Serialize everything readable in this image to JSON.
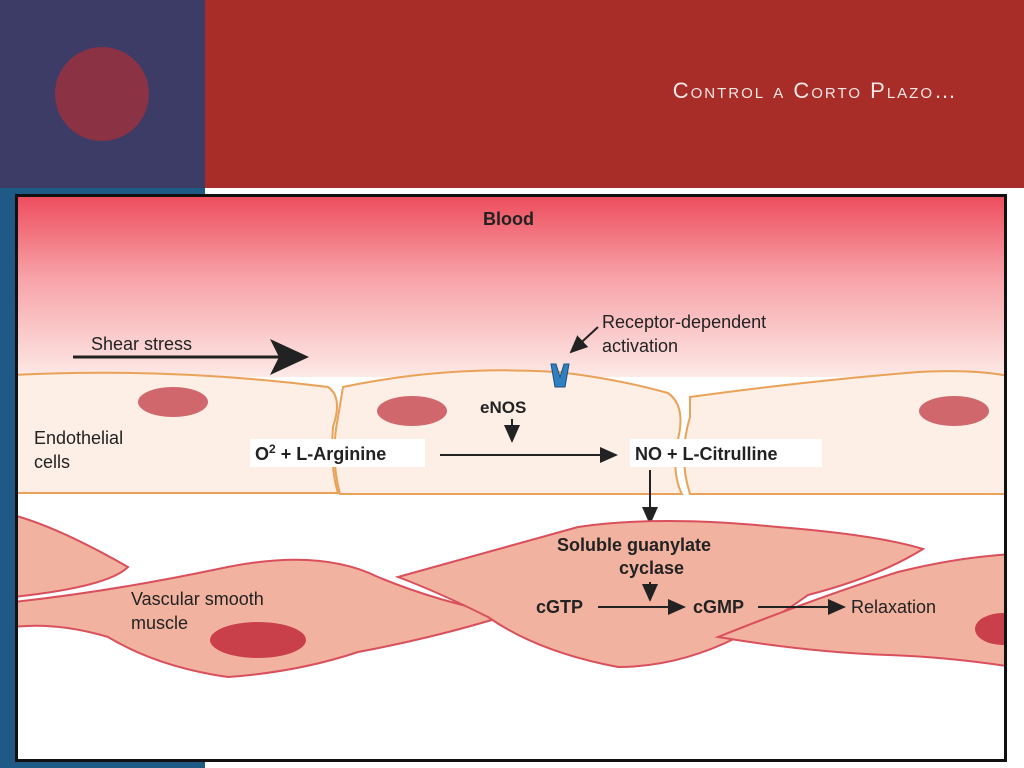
{
  "slide": {
    "title": "Control a Corto Plazo…"
  },
  "diagram": {
    "labels": {
      "blood": "Blood",
      "shear_stress": "Shear stress",
      "receptor_line1": "Receptor-dependent",
      "receptor_line2": "activation",
      "enos": "eNOS",
      "endothelial_line1": "Endothelial",
      "endothelial_line2": "cells",
      "o2": "O",
      "o2_sup": "2",
      "l_arginine": " + L-Arginine",
      "no_citrulline": "NO + L-Citrulline",
      "guanylate_line1": "Soluble guanylate",
      "guanylate_line2": "cyclase",
      "vsm_line1": "Vascular smooth",
      "vsm_line2": "muscle",
      "cgtp": "cGTP",
      "cgmp": "cGMP",
      "relaxation": "Relaxation"
    },
    "colors": {
      "blood_top": "#ee4e5e",
      "cell_fill": "#fdeee6",
      "cell_border": "#e9a257",
      "nucleus": "#d0676c",
      "muscle_fill": "#f2b2a0",
      "muscle_border": "#d9505c",
      "muscle_nucleus": "#c9404b",
      "receptor": "#2f7fc1"
    }
  }
}
